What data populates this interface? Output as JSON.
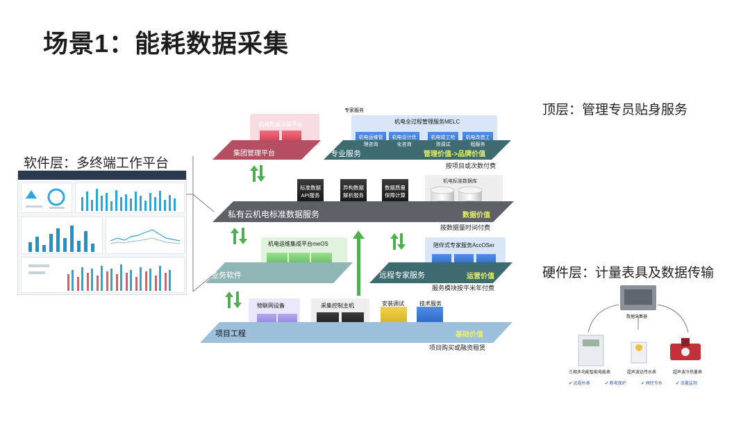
{
  "title": "场景1：能耗数据采集",
  "labels": {
    "software": "软件层：多终端工作平台",
    "top": "顶层：管理专员贴身服务",
    "hardware": "硬件层：计量表具及数据传输"
  },
  "diagram": {
    "group_platform": {
      "box": "机电数据决策平台",
      "bar": "集团管理平台"
    },
    "expert": {
      "tag": "专家服务",
      "header": "机电全过程管理服务MELC",
      "items": [
        "机电运维管理咨询",
        "机电设计优化咨询",
        "机电竣工检测调试",
        "机电改造工程服务"
      ],
      "bar": "专业服务",
      "value": "管理价值->品牌价值",
      "fee": "按项目或次数付费"
    },
    "private_cloud": {
      "bar": "私有云机电标准数据服务",
      "cubes": [
        "标准数据API服务",
        "异构数据解析服务",
        "数据质量保障计算"
      ],
      "db": "机电标准数据库",
      "value": "数据价值",
      "fee": "按数据量时间付费"
    },
    "business": {
      "header": "机电运维集成平台meOS",
      "bar": "业务软件"
    },
    "remote": {
      "header": "陪伴式专家服务AccOSer",
      "bar": "远程专家服务",
      "value": "运营价值",
      "fee": "服务模块按平米年付费"
    },
    "project": {
      "bar": "项目工程",
      "items": [
        "物联网设备",
        "采集控制主机",
        "安装调试",
        "技术服务"
      ],
      "value": "基础价值",
      "fee": "项目购买或融资租赁"
    }
  },
  "hardware_panel": {
    "gateway": "数据采集器",
    "devices": [
      "三相多功能智能电能表",
      "超声波远传水表",
      "超声波冷热量表"
    ],
    "checks": [
      "远程抄表",
      "断电保护",
      "阀控节水",
      "流量监测"
    ]
  },
  "colors": {
    "slab_pink": "#b64e62",
    "slab_teal": "#3e6b70",
    "slab_gray": "#5d6167",
    "slab_light_teal": "#8fb6b4",
    "slab_blue": "#9cc0dc",
    "pink": "#d8324a",
    "blue": "#2c6bc9",
    "green": "#5ab858",
    "arrow_green": "#4caf50",
    "value_yellow": "#e8f06a"
  }
}
